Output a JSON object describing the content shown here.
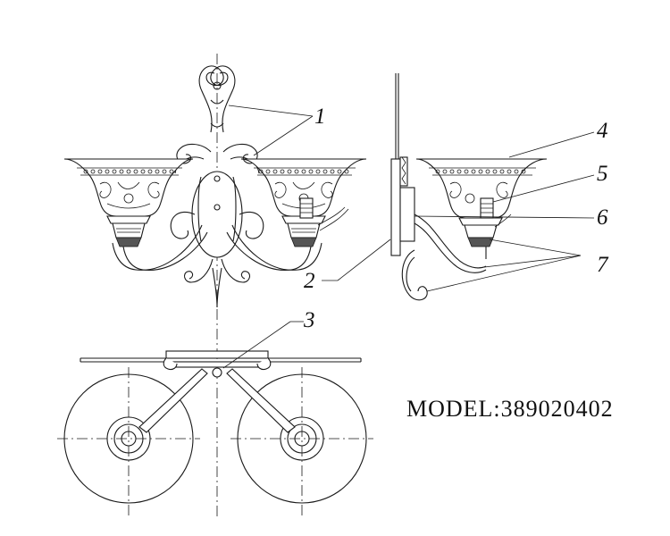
{
  "callouts": [
    {
      "id": "1",
      "label": "1"
    },
    {
      "id": "2",
      "label": "2"
    },
    {
      "id": "3",
      "label": "3"
    },
    {
      "id": "4",
      "label": "4"
    },
    {
      "id": "5",
      "label": "5"
    },
    {
      "id": "6",
      "label": "6"
    },
    {
      "id": "7",
      "label": "7"
    }
  ],
  "model_label": "MODEL:389020402"
}
